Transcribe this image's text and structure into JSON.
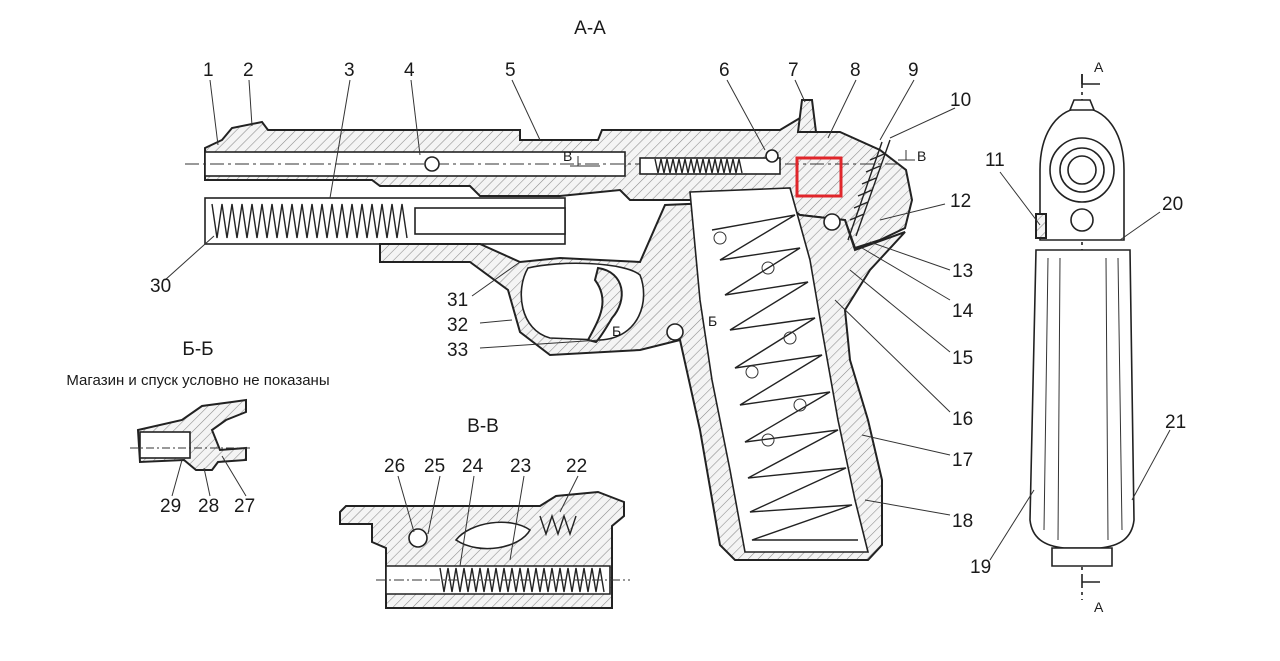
{
  "diagram": {
    "section_aa": "А-А",
    "section_bb": "Б-Б",
    "section_bb_note": "Магазин и спуск условно не показаны",
    "section_vv": "В-В",
    "marker_a": "А",
    "marker_b": "Б",
    "marker_v": "В",
    "highlight_color": "#e0262b",
    "labels": [
      "1",
      "2",
      "3",
      "4",
      "5",
      "6",
      "7",
      "8",
      "9",
      "10",
      "11",
      "12",
      "13",
      "14",
      "15",
      "16",
      "17",
      "18",
      "19",
      "20",
      "21",
      "22",
      "23",
      "24",
      "25",
      "26",
      "27",
      "28",
      "29",
      "30",
      "31",
      "32",
      "33"
    ]
  }
}
